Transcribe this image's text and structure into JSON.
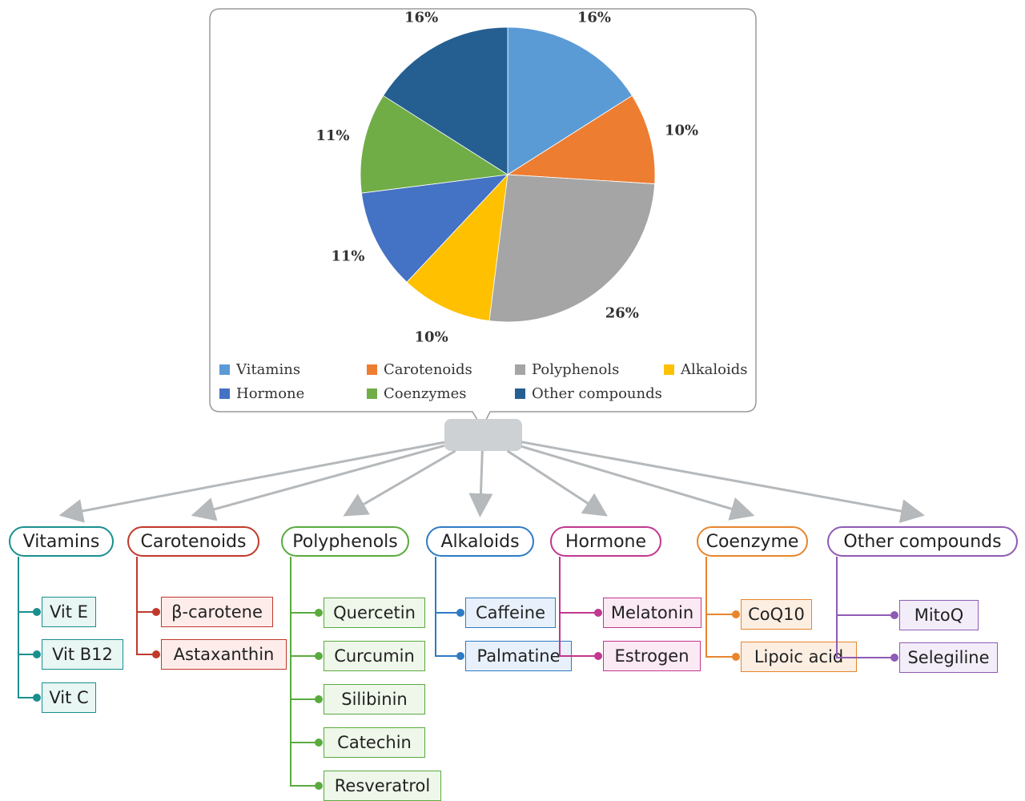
{
  "chart_data": {
    "type": "pie",
    "slices": [
      {
        "name": "Vitamins",
        "value": 16,
        "label": "16%",
        "color": "#5b9bd5"
      },
      {
        "name": "Carotenoids",
        "value": 10,
        "label": "10%",
        "color": "#ed7d31"
      },
      {
        "name": "Polyphenols",
        "value": 26,
        "label": "26%",
        "color": "#a5a5a5"
      },
      {
        "name": "Alkaloids",
        "value": 10,
        "label": "10%",
        "color": "#ffc000"
      },
      {
        "name": "Hormone",
        "value": 11,
        "label": "11%",
        "color": "#4472c4"
      },
      {
        "name": "Coenzymes",
        "value": 11,
        "label": "11%",
        "color": "#70ad47"
      },
      {
        "name": "Other compounds",
        "value": 16,
        "label": "16%",
        "color": "#255e91"
      }
    ],
    "legend_position": "bottom"
  },
  "categories": [
    {
      "label": "Vitamins",
      "color": "#1a8f8f",
      "fill": "#e8f6f4",
      "items": [
        "Vit E",
        "Vit B12",
        "Vit C"
      ]
    },
    {
      "label": "Carotenoids",
      "color": "#c0392b",
      "fill": "#fdecea",
      "items": [
        "β-carotene",
        "Astaxanthin"
      ]
    },
    {
      "label": "Polyphenols",
      "color": "#5aab3e",
      "fill": "#eef7ea",
      "items": [
        "Quercetin",
        "Curcumin",
        "Silibinin",
        "Catechin",
        "Resveratrol"
      ]
    },
    {
      "label": "Alkaloids",
      "color": "#2e7bc4",
      "fill": "#e8f1fb",
      "items": [
        "Caffeine",
        "Palmatine"
      ]
    },
    {
      "label": "Hormone",
      "color": "#c2378f",
      "fill": "#fbe9f4",
      "items": [
        "Melatonin",
        "Estrogen"
      ]
    },
    {
      "label": "Coenzyme",
      "color": "#e8852d",
      "fill": "#fdeee2",
      "items": [
        "CoQ10",
        "Lipoic acid"
      ]
    },
    {
      "label": "Other compounds",
      "color": "#8e5bb5",
      "fill": "#f3edf9",
      "items": [
        "MitoQ",
        "Selegiline"
      ]
    }
  ]
}
